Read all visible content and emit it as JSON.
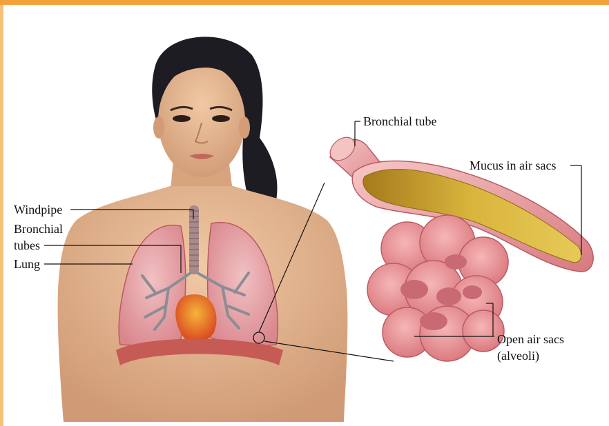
{
  "labels": {
    "windpipe": "Windpipe",
    "bronchial_tubes_line1": "Bronchial",
    "bronchial_tubes_line2": "tubes",
    "lung": "Lung",
    "bronchial_tube": "Bronchial tube",
    "mucus": "Mucus in air sacs",
    "open_air_sacs_line1": "Open air sacs",
    "open_air_sacs_line2": "(alveoli)"
  },
  "colors": {
    "frame_accent": "#f3a23a",
    "skin": "#e2b58f",
    "hair": "#1c1c22",
    "lung_tissue": "#e7a7ab",
    "airway": "#d98b90",
    "mucus": "#d8b43c",
    "heart": "#e8762a",
    "diaphragm": "#c65a55"
  }
}
